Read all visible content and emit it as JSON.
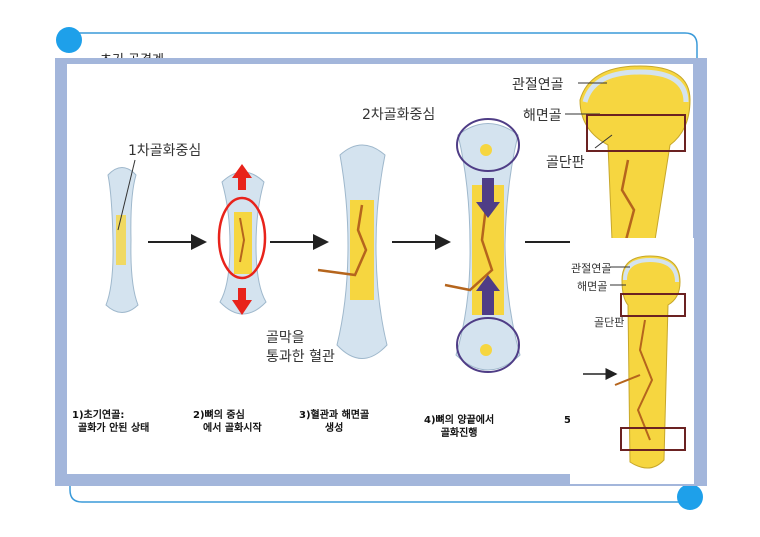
{
  "title": "초기 골격계",
  "labels": {
    "primary_center": "1차골화중심",
    "secondary_center": "2차골화중심",
    "articular_cartilage": "관절연골",
    "spongy_bone": "해면골",
    "epiphyseal_plate": "골단판",
    "periosteum_vessel_line1": "골막을",
    "periosteum_vessel_line2": "통과한 혈관"
  },
  "inset_labels": {
    "articular_cartilage": "관절연골",
    "spongy_bone": "해면골",
    "epiphyseal_plate": "골단판"
  },
  "captions": [
    {
      "line1": "1)초기연골:",
      "line2": "골화가 안된 상태"
    },
    {
      "line1": "2)뼈의 중심",
      "line2": "에서 골화시작"
    },
    {
      "line1": "3)혈관과 해면골",
      "line2": "생성"
    },
    {
      "line1": "4)뼈의 양끝에서",
      "line2": "골화진행"
    },
    {
      "line1": "5",
      "line2": ""
    }
  ],
  "colors": {
    "frame_line": "#3a9ad9",
    "panel_border": "#a3b6db",
    "red_arrow": "#e8231b",
    "purple": "#4f3d86",
    "box_outline": "#6b2222",
    "cartilage": "#d4e3ef",
    "bone_yellow": "#f6d640"
  }
}
